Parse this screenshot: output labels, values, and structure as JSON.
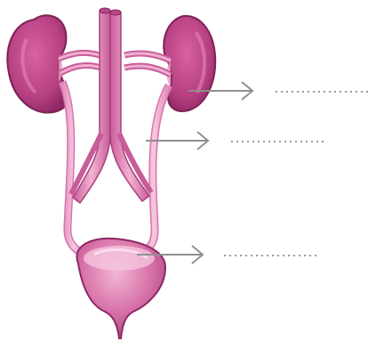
{
  "labels": [
    {
      "id": "kidney",
      "text": ""
    },
    {
      "id": "ureter",
      "text": ""
    },
    {
      "id": "bladder",
      "text": ""
    }
  ],
  "colors": {
    "organ_dark": "#9C2F6E",
    "organ_mid": "#C94F91",
    "organ_light": "#E79AC4",
    "vessel": "#E58FBD",
    "vessel_dark": "#C45A97",
    "arrow": "#8F8F8F",
    "dots": "#9A9A9A"
  }
}
